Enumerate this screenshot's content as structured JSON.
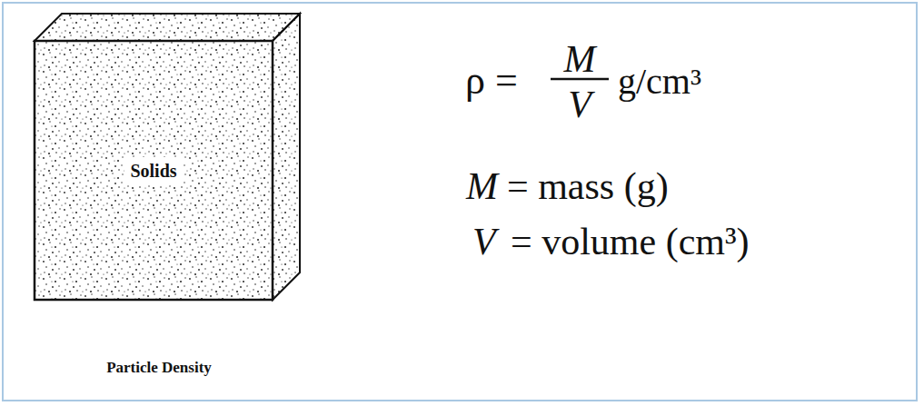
{
  "diagram": {
    "caption": "Particle Density",
    "nodes": [
      {
        "text": [
          "Solids"
        ]
      }
    ],
    "labels": [
      "ρ =",
      "M",
      "V",
      "g/cm³",
      "M",
      "= mass (g)",
      "V",
      "= volume (cm³)"
    ]
  }
}
